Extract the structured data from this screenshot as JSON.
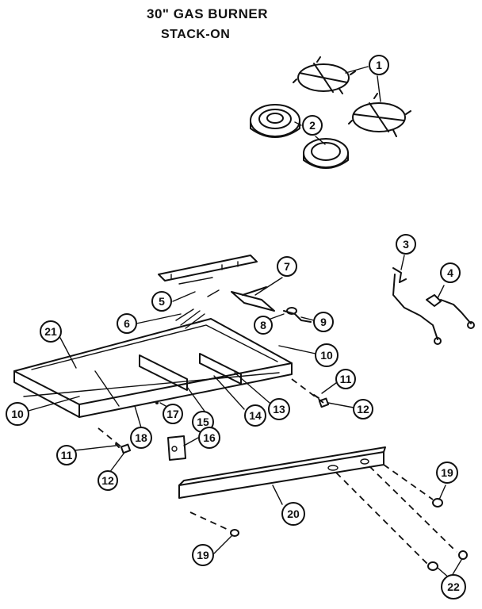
{
  "title": {
    "line1": "30\" GAS BURNER",
    "line2": "STACK-ON"
  },
  "callouts": [
    {
      "id": "c1",
      "label": "1"
    },
    {
      "id": "c2",
      "label": "2"
    },
    {
      "id": "c3",
      "label": "3"
    },
    {
      "id": "c4",
      "label": "4"
    },
    {
      "id": "c5",
      "label": "5"
    },
    {
      "id": "c6",
      "label": "6"
    },
    {
      "id": "c7",
      "label": "7"
    },
    {
      "id": "c8",
      "label": "8"
    },
    {
      "id": "c9",
      "label": "9"
    },
    {
      "id": "c10a",
      "label": "10"
    },
    {
      "id": "c10b",
      "label": "10"
    },
    {
      "id": "c11a",
      "label": "11"
    },
    {
      "id": "c11b",
      "label": "11"
    },
    {
      "id": "c12a",
      "label": "12"
    },
    {
      "id": "c12b",
      "label": "12"
    },
    {
      "id": "c13",
      "label": "13"
    },
    {
      "id": "c14",
      "label": "14"
    },
    {
      "id": "c15",
      "label": "15"
    },
    {
      "id": "c16",
      "label": "16"
    },
    {
      "id": "c17",
      "label": "17"
    },
    {
      "id": "c18",
      "label": "18"
    },
    {
      "id": "c19a",
      "label": "19"
    },
    {
      "id": "c19b",
      "label": "19"
    },
    {
      "id": "c20",
      "label": "20"
    },
    {
      "id": "c21",
      "label": "21"
    },
    {
      "id": "c22",
      "label": "22"
    }
  ]
}
